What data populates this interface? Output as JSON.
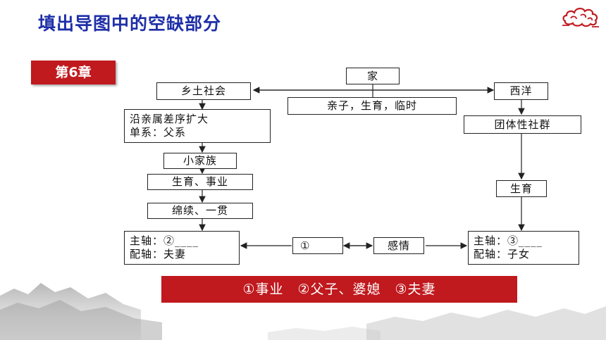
{
  "title": "填出导图中的空缺部分",
  "chapter_label": "第6章",
  "nodes": {
    "jia": "家",
    "xiangtu": "乡土社会",
    "xiyang": "西洋",
    "qinzi": "亲子，生育，临时",
    "yanqinshu_line1": "沿亲属差序扩大",
    "yanqinshu_line2": "单系：父系",
    "xiaojiazu": "小家族",
    "shengyu_shiye": "生育、事业",
    "mianxu": "绵续、一贯",
    "zhuzhou_left_line1": "主轴：②____",
    "zhuzhou_left_line2": "配轴：夫妻",
    "blank1": "①",
    "ganqing": "感情",
    "zhuzhou_right_line1": "主轴：③____",
    "zhuzhou_right_line2": "配轴：子女",
    "tuanti": "团体性社群",
    "shengyu_right": "生育"
  },
  "answer": "①事业　②父子、婆媳　③夫妻"
}
